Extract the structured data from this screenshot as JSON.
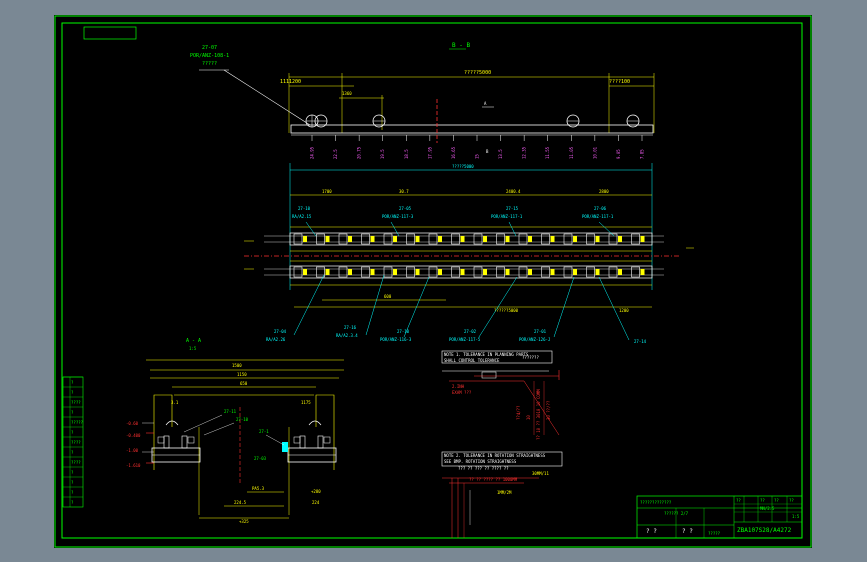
{
  "colors": {
    "background": "#7a8894",
    "paper": "#000000",
    "frame": "#00ff00",
    "dim": "#ffff00",
    "object": "#ffffff",
    "center": "#ff3030",
    "leader": "#00ffff",
    "block": "#ff60ff"
  },
  "titles": {
    "section_top": "B - B",
    "section_left": "A - A",
    "scale_left": "1:5"
  },
  "top_view": {
    "overall_dim": "?????5000",
    "left_dim": "1111200",
    "right_dim": "????100",
    "small_dim": "1360",
    "note_id": "27-07",
    "note_part": "POR/ANZ-108-1",
    "note_extra": "?????",
    "marker_a": "A",
    "marker_b": "B",
    "stations": [
      "24.95",
      "22.5",
      "20.75",
      "19.5",
      "18.5",
      "17.95",
      "16.65",
      "15",
      "13.5",
      "12.35",
      "11.55",
      "11.05",
      "10.01",
      "9.05",
      "7.85"
    ]
  },
  "plan_view": {
    "overall_dim": "?????5000",
    "bottom_dim": "??????5000",
    "seg1": "1700",
    "seg2": "30.7",
    "seg3": "2400.4",
    "seg4": "2800",
    "gap": "600 ",
    "end_dim": "1200",
    "labels_top": [
      {
        "id": "27-10",
        "part": "RA/A2.15"
      },
      {
        "id": "27-05",
        "part": "POR/ANZ-117-3"
      },
      {
        "id": "27-15",
        "part": "POR/ANZ-117-1"
      },
      {
        "id": "27-06",
        "part": "POR/ANZ-117-1"
      }
    ],
    "labels_bottom": [
      {
        "id": "27-04",
        "part": "RA/A2.26"
      },
      {
        "id": "27-16",
        "part": "RA/A2.3.4"
      },
      {
        "id": "27-10",
        "part": "POR/ANZ-116-3"
      },
      {
        "id": "27-02",
        "part": "POR/ANZ-117-5"
      },
      {
        "id": "27-01",
        "part": "POR/ANZ-126-J"
      },
      {
        "id": "27-14",
        "part": ""
      }
    ]
  },
  "section_view": {
    "dim_top": "1500",
    "dim_mid": "1150",
    "dim_inner": "650",
    "dim_b1": "3.1",
    "dim_b2": "1175",
    "leader1": "27-11",
    "leader2": "27-10",
    "leader3": "27-03",
    "leader4": "27-1",
    "dim_bot1": "PA5.3",
    "dim_bot2": "224.5",
    "dim_bot3": "224",
    "dim_bot4": "+325",
    "dim_bot5": "+280",
    "elev": [
      "-0.60",
      "-0.400",
      "-1.00",
      "-1.610"
    ]
  },
  "notes": {
    "note1_title": "NOTE 1. TOLERANCE IN PLANNING PARTS",
    "note1_sub": "SHALL CONTROL TOLERANCE",
    "note1_q": "???????",
    "note1_lines": [
      "2.INH",
      "EXAM ???",
      "??4/??",
      "10",
      "?? 10 ?? 3010 10 COMM",
      "30 ??/??"
    ],
    "note2_title": "NOTE 2. TOLERANCE IN ROTATION STRAIGHTNESS",
    "note2_sub": "SEE BMP. ROTATION STRAIGHTNESS",
    "note2_sub2": "??? ?? ??? ?? ???? ??",
    "note2_lines": [
      "30MM/11",
      "?? ?? ???? ?? 1000MM",
      "1MM/2M"
    ]
  },
  "side_table": {
    "rows": [
      "?",
      "?",
      "????",
      "?",
      "?????",
      "?",
      "????",
      "?",
      "????",
      "?",
      "?",
      "?",
      "?"
    ]
  },
  "title_block": {
    "project": "?????????????",
    "sheet": "?????? 2/7",
    "design": "? ?",
    "draw": "? ?",
    "scale": "1:5",
    "mat": "",
    "drawing_no": "?????? 2/7",
    "code": "ZBA107S28/A4272",
    "approved": "?????",
    "label1": "??",
    "label2": "??",
    "label3": "??",
    "label4": "??",
    "label5": "????",
    "label6": "??",
    "label7": "MN/2.5"
  }
}
